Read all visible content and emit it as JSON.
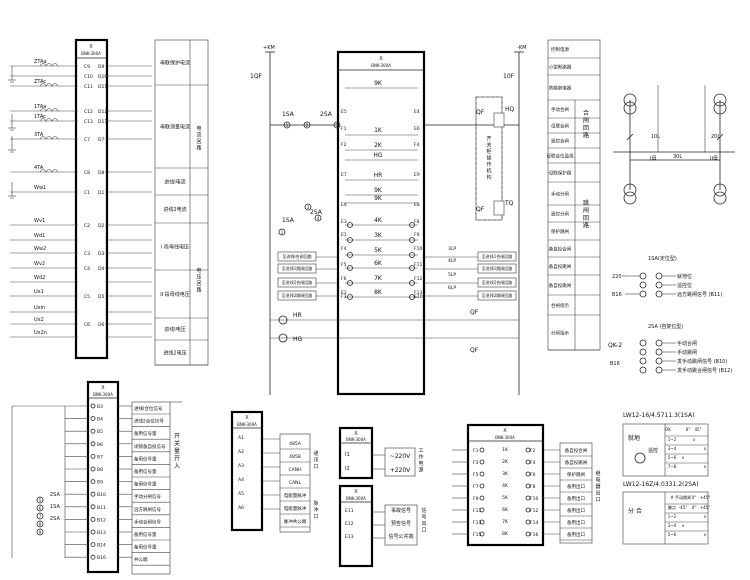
{
  "terminal_block": {
    "title": "X",
    "model": "BNK-300A"
  },
  "left_top": {
    "rows": [
      {
        "feed": "ZTAa",
        "t1": "C9",
        "t2": "D9"
      },
      {
        "feed": "",
        "t1": "C10",
        "t2": "D10"
      },
      {
        "feed": "ZTAc",
        "t1": "C11",
        "t2": "D11"
      },
      {
        "feed": "1TAa",
        "t1": "C12",
        "t2": "D12"
      },
      {
        "feed": "1TAc",
        "t1": "C13",
        "t2": "D13"
      },
      {
        "feed": "3TA",
        "t1": "C7",
        "t2": "D7"
      },
      {
        "feed": "4TA",
        "t1": "C8",
        "t2": "D8"
      },
      {
        "feed": "Ww1",
        "t1": "C1",
        "t2": "D1"
      },
      {
        "feed": "Wv1",
        "t1": "C2",
        "t2": "D2"
      },
      {
        "feed": "Wd1",
        "t1": "",
        "t2": ""
      },
      {
        "feed": "Ww2",
        "t1": "C3",
        "t2": "D3"
      },
      {
        "feed": "Wv2",
        "t1": "C4",
        "t2": "D4"
      },
      {
        "feed": "Wd2",
        "t1": "",
        "t2": ""
      },
      {
        "feed": "Ux1",
        "t1": "C5",
        "t2": "D5"
      },
      {
        "feed": "Uxln",
        "t1": "",
        "t2": ""
      },
      {
        "feed": "Ux2",
        "t1": "C6",
        "t2": "D6"
      },
      {
        "feed": "Ux2n",
        "t1": "",
        "t2": ""
      }
    ],
    "labels": [
      "母联保护电流",
      "母联测量电流",
      "进线I电流",
      "进线2电流",
      "I 段母线电压",
      "II 段母线电压",
      "进线I电压",
      "进线2电压"
    ],
    "group_current": "电 流 回 路",
    "group_voltage": "电 压 回 路"
  },
  "control": {
    "km_pos": "+KM",
    "km_neg": "-KM",
    "fuse1": "1QF",
    "fuse2": "10F",
    "sw_1sa": "1SA",
    "sw_2sa": "2SA",
    "sw_1sa_b": "1SA",
    "sw_2sa_b": "2SA",
    "relays": [
      "9K",
      "1K",
      "2K",
      "HG",
      "HR",
      "9K",
      "9K",
      "4K",
      "3K",
      "5K",
      "6K",
      "7K",
      "8K"
    ],
    "qf_hq": "QF",
    "hq": "HQ",
    "qf_tq": "QF",
    "tq": "TQ",
    "mech": "开 关 柜 操 作 机 构",
    "ext_left": [
      "至进线I合闸回路",
      "至进线1跳闸回路",
      "至进线2合闸回路",
      "至进线2跳闸回路"
    ],
    "ext_right": [
      "至进线1合闸回路",
      "至进线1跳闸回路",
      "至进线2合闸回路",
      "至进线2跳闸回路"
    ],
    "lamp_hr": "HR",
    "lamp_hg": "HG",
    "qf_b1": "QF",
    "qf_b2": "QF",
    "terms_left": [
      "E5",
      "F1",
      "F2",
      "E7",
      "E6",
      "E3",
      "E1",
      "F4",
      "F5",
      "F6",
      "E2",
      "F3"
    ],
    "terms_right": [
      "E4",
      "E6",
      "F4",
      "E9",
      "E8",
      "F8",
      "F9",
      "F10",
      "F11",
      "F12",
      "F13",
      "E10"
    ],
    "dlp": [
      "3LP",
      "4LP",
      "5LP",
      "6LP"
    ]
  },
  "legend_right": {
    "rows": [
      "控制电源",
      "小型断路器",
      "防跳继电器",
      "手动合闸",
      "母联合闸",
      "遥控合闸",
      "母联合位监视",
      "母联保护跳",
      "手动分闸",
      "遥控分闸",
      "保护跳闸",
      "备自投合闸",
      "备自投跳闸",
      "备自投跳闸",
      "合闸指示",
      "分闸指示"
    ],
    "group_close": "合 闸 回 路",
    "group_trip": "跳 闸 回 路"
  },
  "primary": {
    "bus1": "I母",
    "bus2": "II母",
    "b1": "10L",
    "b2": "20L",
    "b3": "30L"
  },
  "sa_fixed": {
    "title": "1SA(定位型)",
    "v220": "220~",
    "b16": "B16",
    "items": [
      "就地位",
      "遥控位",
      "远方跳闸信号 (B11)"
    ]
  },
  "sa_self": {
    "title": "2SA (自复位型)",
    "qk": "QK-2",
    "b16": "B16",
    "items": [
      "手动合闸",
      "手动跳闸",
      "发手动跳闸信号 (B10)",
      "发手动跳合闸信号 (B12)"
    ]
  },
  "binary_in": {
    "terms": [
      "B3",
      "B4",
      "B5",
      "B6",
      "B7",
      "B8",
      "B9",
      "B10",
      "B11",
      "B12",
      "B13",
      "B14",
      "B16"
    ],
    "labels": [
      "进线I合位信号",
      "进线2合位信号",
      "备用信号量",
      "闭锁备自投信号",
      "备用信号量",
      "备用信号量",
      "备用信号量",
      "手动分闸信号",
      "远方跳闸信号",
      "手动合闸信号",
      "备用信号量",
      "备用信号量",
      "共公端"
    ],
    "sw_labels": [
      "2SA",
      "1SA",
      "2SA"
    ],
    "nums": [
      "5",
      "6",
      "7",
      "8",
      "9"
    ],
    "group": "开 关 量 开 入"
  },
  "comms": {
    "terms": [
      "A1",
      "A2",
      "A3",
      "A4",
      "A5",
      "A6"
    ],
    "labels": [
      "485A",
      "485B",
      "CANH",
      "CANL",
      "电能量脉冲",
      "电能量脉冲",
      "脉冲共公端"
    ],
    "group_comm": "通 讯 口",
    "group_pulse": "脉 冲 口"
  },
  "power": {
    "t1": "I1",
    "t2": "I2",
    "v1": "~220V",
    "v2": "+220V",
    "group": "工 作 电 源"
  },
  "signal_out": {
    "terms": [
      "E11",
      "E12",
      "E13"
    ],
    "labels": [
      "事故信号",
      "预告信号",
      "信号公共端"
    ],
    "group": "信 号 出 口"
  },
  "relay_out": {
    "left": [
      "F1",
      "F3",
      "F5",
      "F7",
      "F9",
      "F11",
      "F13",
      "F15"
    ],
    "right": [
      "F2",
      "F4",
      "F6",
      "F8",
      "F10",
      "F12",
      "F14",
      "F16"
    ],
    "relays": [
      "1K",
      "2K",
      "3K",
      "4K",
      "5K",
      "6K",
      "7K",
      "8K"
    ],
    "labels": [
      "备自投合闸",
      "备自投跳闸",
      "保护跳闸",
      "备用出口",
      "备用出口",
      "备用出口",
      "备用出口",
      "备用出口"
    ],
    "group": "继 电 器 出 口"
  },
  "lw": {
    "title1": "LW12-16/4.5711.3(1SA)",
    "t1_head": [
      "OK",
      "",
      "0°",
      "45°"
    ],
    "t1_rows": [
      [
        "1~2",
        "",
        "x",
        ""
      ],
      [
        "3~4",
        "",
        "",
        "x"
      ],
      [
        "5~6",
        "x",
        "",
        ""
      ],
      [
        "7~8",
        "",
        "",
        "x"
      ]
    ],
    "pos1_a": "就地",
    "pos1_b": "遥控",
    "title2": "LW12-16Z/4.0331.2(2SA)",
    "t2_head": [
      "#",
      "手动跳闸",
      "0°",
      "+45°"
    ],
    "t2_rows": [
      [
        "触点",
        "-45°",
        "0°",
        "+45°"
      ],
      [
        "1~2",
        "",
        "",
        "x"
      ],
      [
        "3~4",
        "x",
        "",
        ""
      ],
      [
        "5~6",
        "",
        "",
        "x"
      ]
    ],
    "pos2": "分 合"
  }
}
